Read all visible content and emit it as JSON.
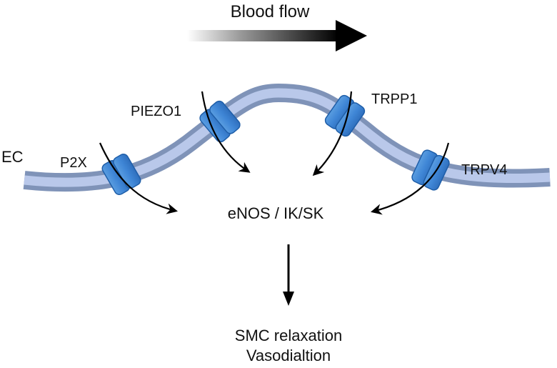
{
  "title": "Blood flow",
  "membrane_label": "EC",
  "channels": [
    {
      "name": "P2X"
    },
    {
      "name": "PIEZO1"
    },
    {
      "name": "TRPP1"
    },
    {
      "name": "TRPV4"
    }
  ],
  "target": "eNOS / IK/SK",
  "outcome": {
    "line1": "SMC relaxation",
    "line2": "Vasodialtion"
  },
  "colors": {
    "membrane_outer": "#7f93b8",
    "membrane_inner": "#b9c8ea",
    "channel_fill": "#3f86d6",
    "channel_edge": "#1f5ea8",
    "arrow": "#000000"
  }
}
